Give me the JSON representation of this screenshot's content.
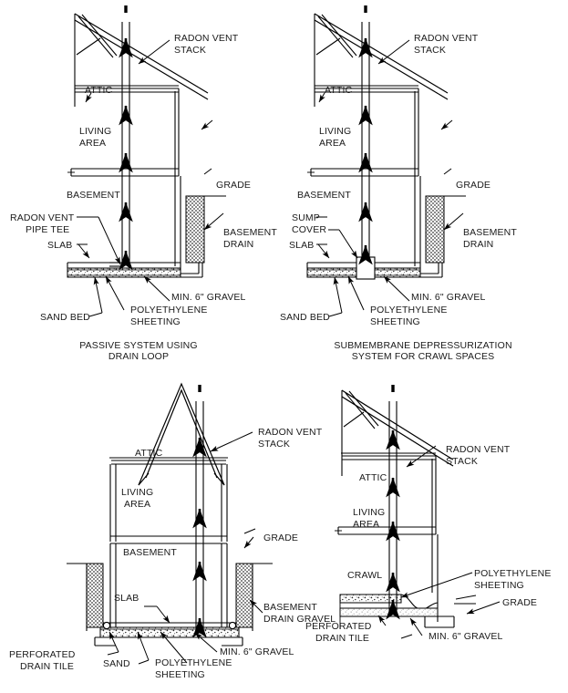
{
  "figure": {
    "title_present": false,
    "panel_count": 4,
    "line_color": "#000000",
    "text_color": "#1a1a1a",
    "background": "#ffffff"
  },
  "panels": [
    {
      "id": "passive-drain-loop",
      "position": "top-left",
      "caption_line1": "PASSIVE SYSTEM USING",
      "caption_line2": "DRAIN LOOP",
      "labels": {
        "vent_stack_l1": "RADON VENT",
        "vent_stack_l2": "STACK",
        "attic": "ATTIC",
        "living_l1": "LIVING",
        "living_l2": "AREA",
        "basement": "BASEMENT",
        "grade": "GRADE",
        "basement_drain_l1": "BASEMENT",
        "basement_drain_l2": "DRAIN",
        "pipe_tee_l1": "RADON VENT",
        "pipe_tee_l2": "PIPE TEE",
        "slab": "SLAB",
        "gravel": "MIN. 6\" GRAVEL",
        "sand_bed": "SAND BED",
        "poly_l1": "POLYETHYLENE",
        "poly_l2": "SHEETING"
      }
    },
    {
      "id": "submembrane-crawl",
      "position": "top-right",
      "caption_line1": "SUBMEMBRANE DEPRESSURIZATION",
      "caption_line2": "SYSTEM FOR CRAWL SPACES",
      "labels": {
        "vent_stack_l1": "RADON VENT",
        "vent_stack_l2": "STACK",
        "attic": "ATTIC",
        "living_l1": "LIVING",
        "living_l2": "AREA",
        "basement": "BASEMENT",
        "grade": "GRADE",
        "basement_drain_l1": "BASEMENT",
        "basement_drain_l2": "DRAIN",
        "sump_l1": "SUMP",
        "sump_l2": "COVER",
        "slab": "SLAB",
        "gravel": "MIN. 6\" GRAVEL",
        "sand_bed": "SAND BED",
        "poly_l1": "POLYETHYLENE",
        "poly_l2": "SHEETING"
      }
    },
    {
      "id": "full-basement-drain-tile",
      "position": "bottom-left",
      "caption_line1": "",
      "caption_line2": "",
      "labels": {
        "vent_stack_l1": "RADON VENT",
        "vent_stack_l2": "STACK",
        "attic": "ATTIC",
        "living_l1": "LIVING",
        "living_l2": "AREA",
        "basement": "BASEMENT",
        "grade": "GRADE",
        "drain_gravel_l1": "BASEMENT",
        "drain_gravel_l2": "DRAIN GRAVEL",
        "slab": "SLAB",
        "gravel": "MIN. 6\" GRAVEL",
        "perforated_l1": "PERFORATED",
        "perforated_l2": "DRAIN TILE",
        "sand": "SAND",
        "poly_l1": "POLYETHYLENE",
        "poly_l2": "SHEETING"
      }
    },
    {
      "id": "crawl-space-membrane",
      "position": "bottom-right",
      "caption_line1": "",
      "caption_line2": "",
      "labels": {
        "vent_stack_l1": "RADON VENT",
        "vent_stack_l2": "STACK",
        "attic": "ATTIC",
        "living_l1": "LIVING",
        "living_l2": "AREA",
        "crawl": "CRAWL",
        "grade": "GRADE",
        "poly_l1": "POLYETHYLENE",
        "poly_l2": "SHEETING",
        "gravel": "MIN. 6\" GRAVEL",
        "perforated_l1": "PERFORATED",
        "perforated_l2": "DRAIN TILE"
      }
    }
  ]
}
